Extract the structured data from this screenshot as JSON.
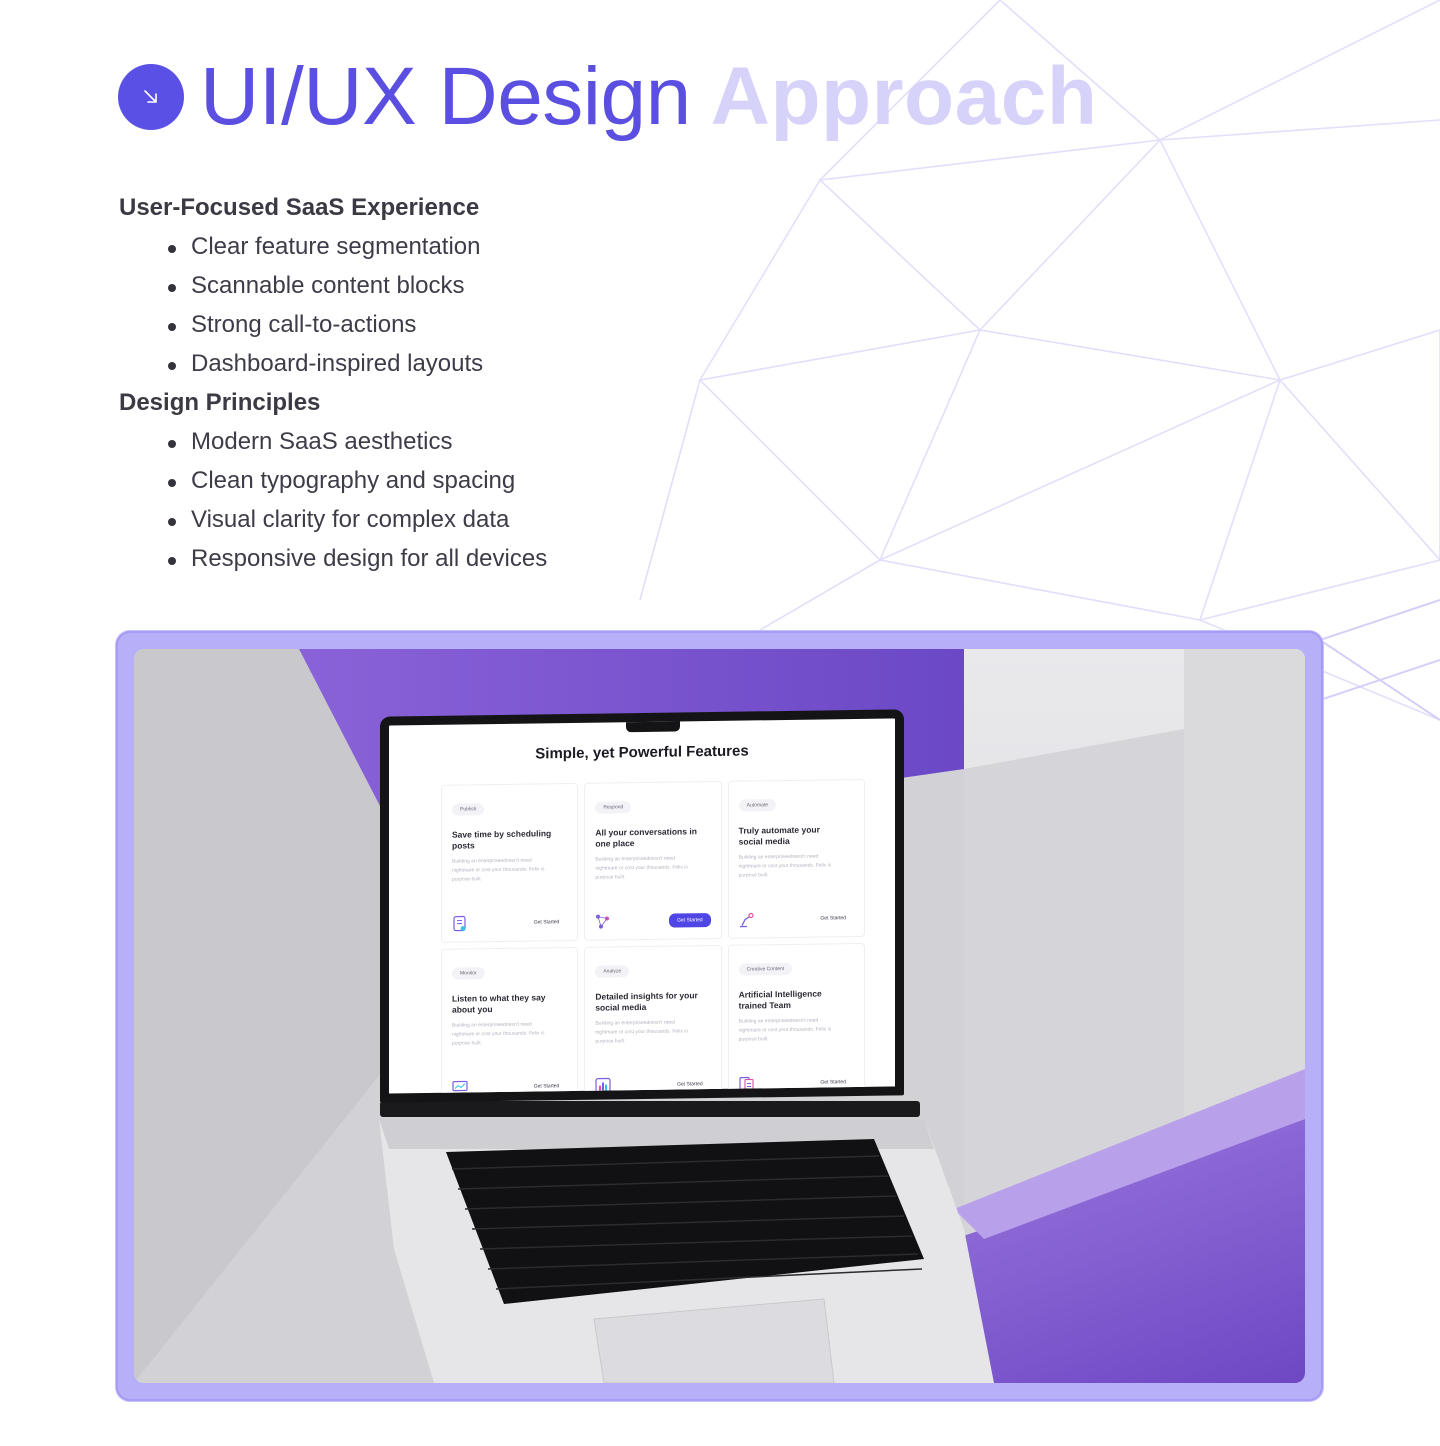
{
  "heading": {
    "badge_icon": "arrow-down-right-icon",
    "title": "UI/UX Design",
    "title_faded": "Approach"
  },
  "sections": [
    {
      "title": "User-Focused SaaS Experience",
      "items": [
        "Clear feature segmentation",
        "Scannable content blocks",
        "Strong call-to-actions",
        "Dashboard-inspired layouts"
      ]
    },
    {
      "title": "Design Principles",
      "items": [
        "Modern SaaS aesthetics",
        "Clean typography and spacing",
        "Visual clarity for complex data",
        "Responsive design for all devices"
      ]
    }
  ],
  "mockup": {
    "title": "Simple, yet Powerful Features",
    "cards": [
      {
        "tag": "Publish",
        "title": "Save time by scheduling posts",
        "desc": "Building an enterpriseedoesn't need nightmare or cost your thousands. Felix is purpose built.",
        "cta": "Get Started",
        "primary": false,
        "icon": "document-icon"
      },
      {
        "tag": "Respond",
        "title": "All your conversations in one place",
        "desc": "Building an enterpriseedoesn't need nightmare or cost your thousands. Felix is purpose built.",
        "cta": "Get Started",
        "primary": true,
        "icon": "nodes-icon"
      },
      {
        "tag": "Automate",
        "title": "Truly automate your social media",
        "desc": "Building an enterpriseedoesn't need nightmare or cost your thousands. Felix is purpose built.",
        "cta": "Get Started",
        "primary": false,
        "icon": "robot-arm-icon"
      },
      {
        "tag": "Monitor",
        "title": "Listen to what they say about you",
        "desc": "Building an enterpriseedoesn't need nightmare or cost your thousands. Felix is purpose built.",
        "cta": "Get Started",
        "primary": false,
        "icon": "monitor-icon"
      },
      {
        "tag": "Analyze",
        "title": "Detailed insights for your social media",
        "desc": "Building an enterpriseedoesn't need nightmare or cost your thousands. Felix is purpose built.",
        "cta": "Get Started",
        "primary": false,
        "icon": "bar-chart-icon"
      },
      {
        "tag": "Creative Content",
        "title": "Artificial Intelligence trained Team",
        "desc": "Building an enterpriseedoesn't need nightmare or cost your thousands. Felix is purpose built.",
        "cta": "Get Started",
        "primary": false,
        "icon": "pages-icon"
      }
    ]
  },
  "colors": {
    "accent": "#5a4fe0",
    "accent_faded": "#d7d2fa",
    "frame": "#b7b0f8",
    "purple_scene": "#7b5ad6"
  }
}
